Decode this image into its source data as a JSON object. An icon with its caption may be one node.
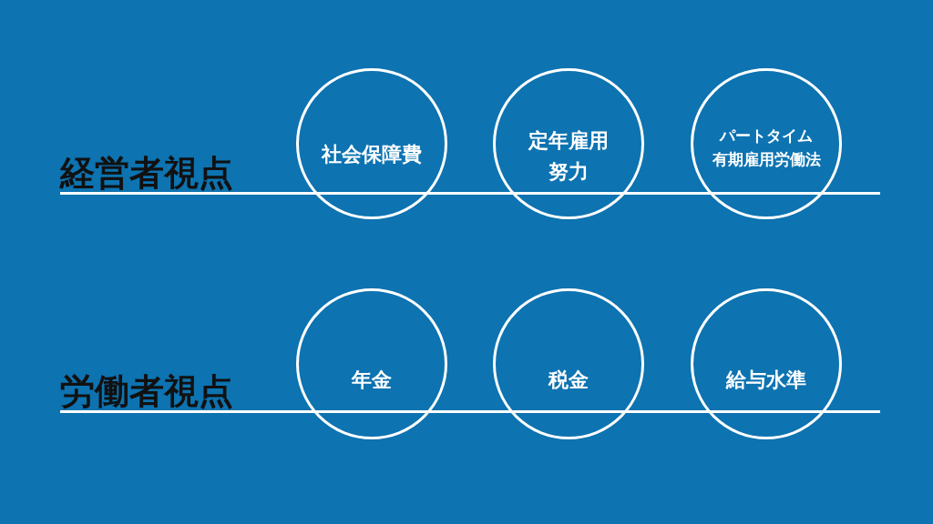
{
  "diagram": {
    "nodes": [
      {
        "text": [
          "社会保障費"
        ]
      },
      {
        "text": [
          "定年雇用努力"
        ]
      },
      {
        "text": [
          "パートタイム有期雇用労働法"
        ]
      },
      {
        "text": [
          "年金"
        ]
      },
      {
        "text": [
          "税金"
        ]
      },
      {
        "text": [
          "給与水準"
        ]
      }
    ],
    "labels": [
      "経営者視点",
      "労働者視点"
    ]
  }
}
